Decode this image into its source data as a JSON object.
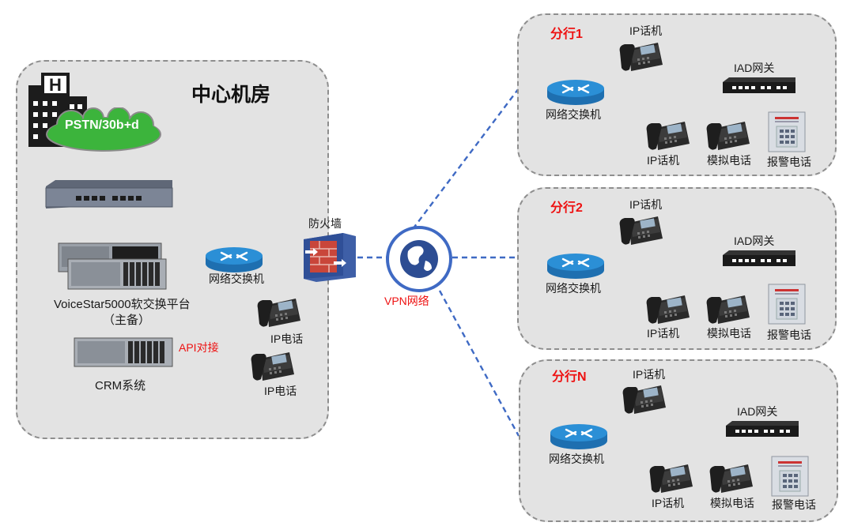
{
  "center": {
    "title": "中心机房",
    "cloud": "PSTN/30b+d",
    "switch": "网络交换机",
    "platform": "VoiceStar5000软交换平台",
    "platform_sub": "（主备）",
    "crm": "CRM系统",
    "api": "API对接",
    "phone1": "IP电话",
    "phone2": "IP电话"
  },
  "firewall": {
    "label": "防火墙"
  },
  "vpn": {
    "label": "VPN网络"
  },
  "branches": [
    {
      "name": "分行1",
      "ip_top": "IP话机",
      "iad": "IAD网关",
      "switch": "网络交换机",
      "ip_bottom": "IP话机",
      "analog": "模拟电话",
      "alarm": "报警电话"
    },
    {
      "name": "分行2",
      "ip_top": "IP话机",
      "iad": "IAD网关",
      "switch": "网络交换机",
      "ip_bottom": "IP话机",
      "analog": "模拟电话",
      "alarm": "报警电话"
    },
    {
      "name": "分行N",
      "ip_top": "IP话机",
      "iad": "IAD网关",
      "switch": "网络交换机",
      "ip_bottom": "IP话机",
      "analog": "模拟电话",
      "alarm": "报警电话"
    }
  ],
  "colors": {
    "panel": "#e3e3e3",
    "link": "#3f6ac4",
    "router": "#2b8fd6",
    "cloud": "#3cb43c",
    "label_red": "#ee1111"
  }
}
